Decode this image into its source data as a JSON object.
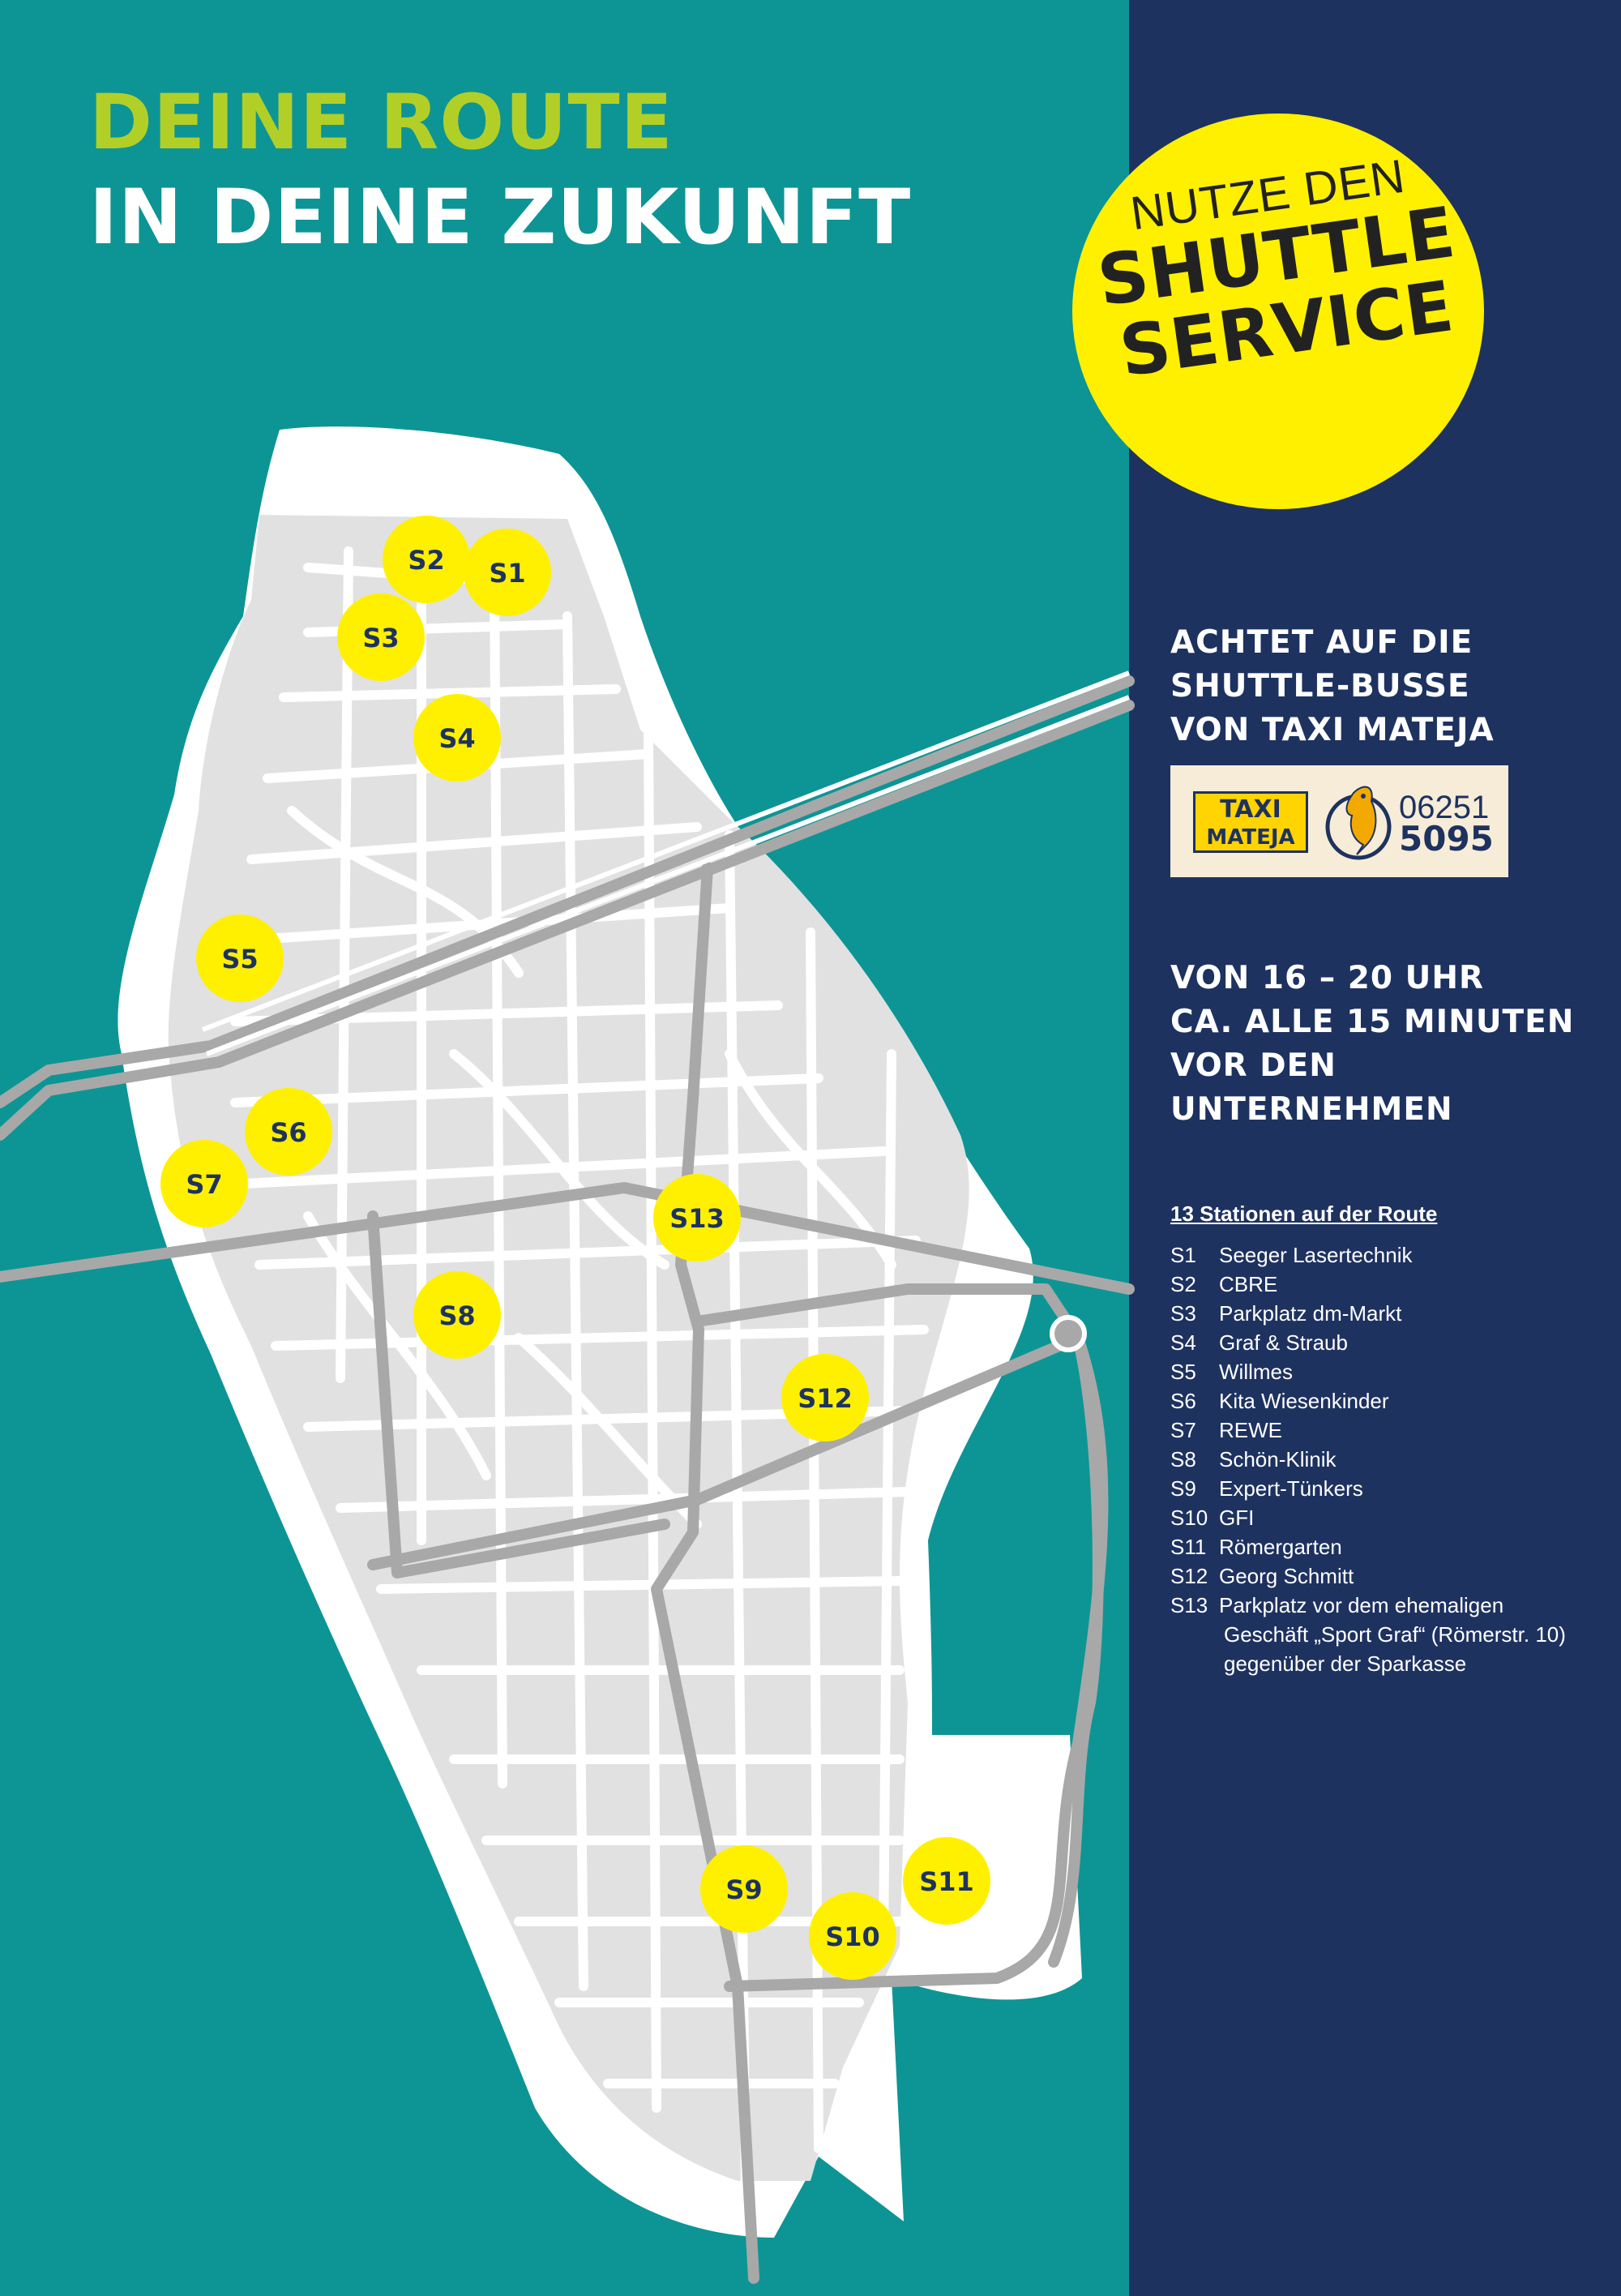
{
  "title": {
    "line1": "DEINE ROUTE",
    "line2": "IN DEINE ZUKUNFT"
  },
  "badge": {
    "line1": "NUTZE DEN",
    "line2": "SHUTTLE",
    "line3": "SERVICE"
  },
  "notice": {
    "line1": "ACHTET AUF DIE",
    "line2": "SHUTTLE-BUSSE",
    "line3": "VON TAXI MATEJA"
  },
  "logo": {
    "taxi": "TAXI",
    "name": "MATEJA",
    "phone_prefix": "06251",
    "phone_number": "5095"
  },
  "schedule": {
    "line1": "VON 16 – 20 UHR",
    "line2": "CA. ALLE 15 MINUTEN",
    "line3": "VOR DEN",
    "line4": "UNTERNEHMEN"
  },
  "stations_title": "13 Stationen auf der Route",
  "stations": [
    {
      "code": "S1",
      "name": "Seeger Lasertechnik"
    },
    {
      "code": "S2",
      "name": "CBRE"
    },
    {
      "code": "S3",
      "name": "Parkplatz dm-Markt"
    },
    {
      "code": "S4",
      "name": "Graf & Straub"
    },
    {
      "code": "S5",
      "name": "Willmes"
    },
    {
      "code": "S6",
      "name": "Kita Wiesenkinder"
    },
    {
      "code": "S7",
      "name": "REWE"
    },
    {
      "code": "S8",
      "name": "Schön-Klinik"
    },
    {
      "code": "S9",
      "name": "Expert-Tünkers"
    },
    {
      "code": "S10",
      "name": "GFI"
    },
    {
      "code": "S11",
      "name": "Römergarten"
    },
    {
      "code": "S12",
      "name": "Georg Schmitt"
    },
    {
      "code": "S13",
      "name": "Parkplatz vor dem ehemaligen",
      "cont1": "Geschäft „Sport Graf“ (Römerstr. 10)",
      "cont2": "gegenüber der Sparkasse"
    }
  ],
  "map_stops": [
    "S1",
    "S2",
    "S3",
    "S4",
    "S5",
    "S6",
    "S7",
    "S8",
    "S9",
    "S10",
    "S11",
    "S12",
    "S13"
  ],
  "colors": {
    "teal": "#0d9595",
    "navy": "#1e3260",
    "yellow": "#fff000",
    "lime": "#b2cf28",
    "road": "#a8a8a8",
    "district": "#e1e1e1"
  }
}
